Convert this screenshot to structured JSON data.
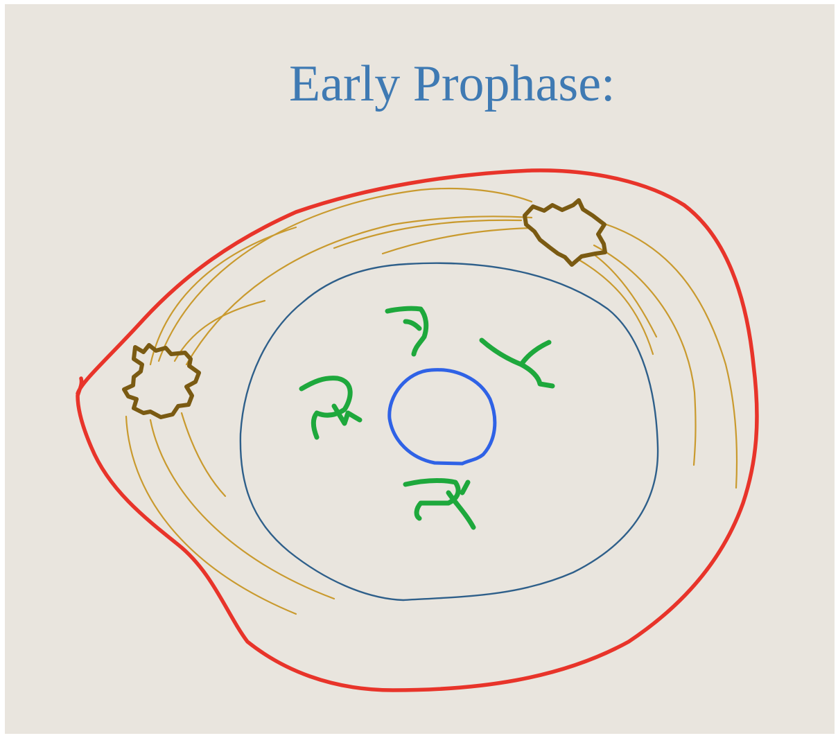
{
  "title": "Early Prophase:",
  "colors": {
    "background": "#e9e5de",
    "title": "#3f7ab3",
    "cell_membrane": "#e8342a",
    "spindle_fibers": "#c99a2e",
    "centrosomes": "#7a5a12",
    "nuclear_envelope": "#2e5f8a",
    "nucleolus": "#2f62e6",
    "chromosomes": "#1ea83c"
  },
  "diagram": {
    "centrosome_count": 2,
    "chromosome_count": 4
  }
}
